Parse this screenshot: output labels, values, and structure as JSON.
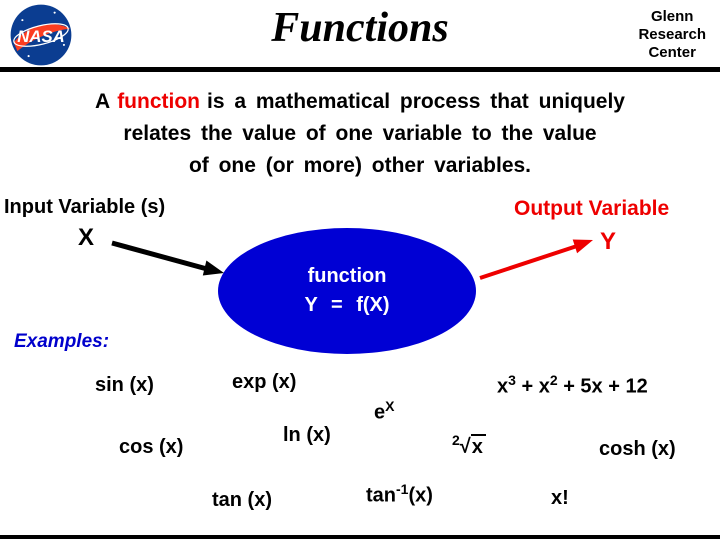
{
  "colors": {
    "accent_red": "#ee0000",
    "ellipse_blue": "#0000d4",
    "examples_blue": "#0000cc",
    "nasa_blue": "#0b3d91",
    "nasa_red": "#fc3d21"
  },
  "header": {
    "logo_text": "NASA",
    "title": "Functions",
    "org": "Glenn\nResearch\nCenter"
  },
  "intro": {
    "lead": "A",
    "keyword": "function",
    "line1_rest": "is a mathematical process that uniquely",
    "line2": "relates the value of one variable to the value",
    "line3": "of one (or more) other variables."
  },
  "diagram": {
    "input_label": "Input Variable (s)",
    "input_var": "X",
    "output_label": "Output Variable",
    "output_var": "Y",
    "ellipse_title": "function",
    "ellipse_formula": "Y = f(X)"
  },
  "examples": {
    "label": "Examples:",
    "sin": "sin (x)",
    "exp": "exp (x)",
    "e_base": "e",
    "e_sup": "X",
    "poly_t1": "x",
    "poly_s1": "3",
    "poly_t2": " + x",
    "poly_s2": "2",
    "poly_t3": " + 5x + 12",
    "cos": "cos (x)",
    "ln": "ln (x)",
    "root_index": "2",
    "root_sign": "√",
    "root_radicand": "x",
    "cosh": "cosh (x)",
    "tan": "tan (x)",
    "arctan_base": "tan",
    "arctan_sup": "-1",
    "arctan_arg": "(x)",
    "factorial": "x!"
  }
}
